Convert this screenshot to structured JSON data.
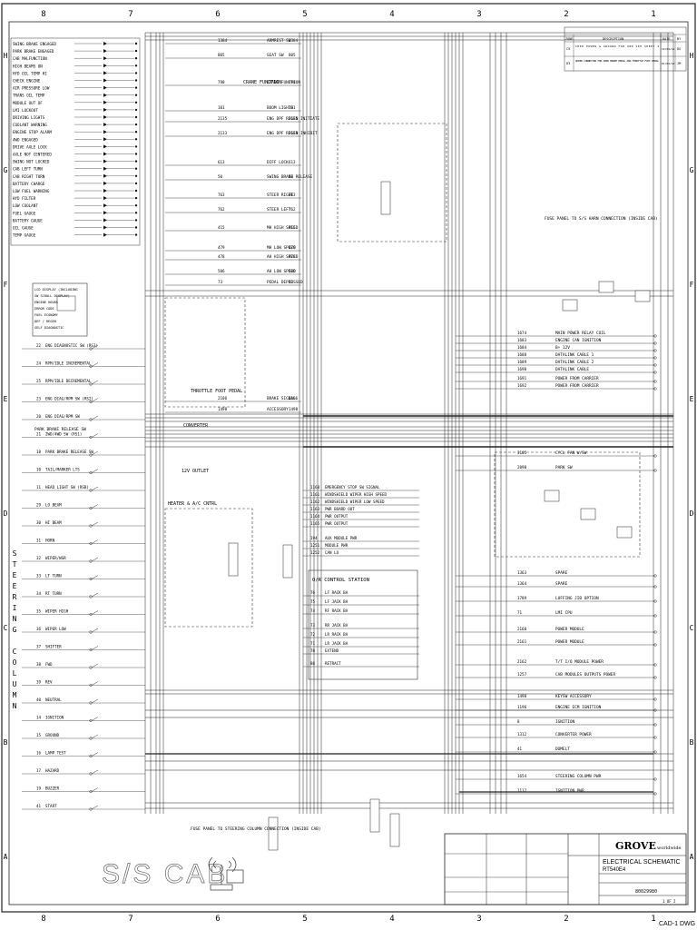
{
  "border": {
    "cols": [
      "8",
      "7",
      "6",
      "5",
      "4",
      "3",
      "2",
      "1"
    ],
    "rows": [
      "H",
      "G",
      "F",
      "E",
      "D",
      "C",
      "B",
      "A"
    ]
  },
  "title_block": {
    "brand": "GROVE",
    "brand_suffix": "worldwide",
    "title": "ELECTRICAL SCHEMATIC",
    "model": "RT540E4",
    "part_number": "80029980",
    "sheet": "1 OF 2",
    "footer": "CAD-1 DWG"
  },
  "cab_label": "S/S CAB",
  "steering_column_label": "STEERING COLUMN",
  "notes": {
    "fuse_panel_cab": "FUSE PANEL TO S/S HARN CONNECTION (INSIDE CAB)",
    "fuse_panel_steer": "FUSE PANEL TO STEERING COLUMN CONNECTION (INSIDE CAB)",
    "oper_override": "O/R CONTROL STATION",
    "heater": "HEATER & A/C CNTRL",
    "throttle": "THROTTLE FOOT PEDAL",
    "converter": "CONVERTER",
    "outlet": "12V OUTLET",
    "park_brake": "PARK BRAKE RELEASE SW",
    "crane_function": "CRANE FUNCTION"
  },
  "left_indicators": [
    "SWING BRAKE ENGAGED",
    "PARK BRAKE ENGAGED",
    "CAB MALFUNCTION",
    "HIGH BEAMS ON",
    "HYD OIL TEMP HI",
    "CHECK ENGINE",
    "AIR PRESSURE LOW",
    "TRANS OIL TEMP",
    "MODULE OUT OF",
    "LMI LOCKOUT",
    "DRIVING LIGHTS",
    "COOLANT WARNING",
    "ENGINE STOP ALARM",
    "4WD ENGAGED",
    "DRIVE AXLE LOCK",
    "AXLE NOT CENTERED",
    "SWING NOT LOCKED",
    "CAB LEFT TURN",
    "CAB RIGHT TURN",
    "BATTERY CHARGE",
    "LOW FUEL WARNING",
    "HYD FILTER",
    "LOW COOLANT",
    "FUEL GAUGE",
    "BATTERY GAUGE",
    "OIL GAUGE",
    "TEMP GAUGE"
  ],
  "lcd_box": [
    "LCD DISPLAY (INCLUDING",
    "SW SCROLL DISPLAY)",
    "ENGINE HOURS",
    "ERROR CODE",
    "FUEL ECONOMY",
    "DEF / REGEN",
    "SELF DIAGNOSTIC"
  ],
  "steering_column_rows": [
    {
      "num": "22",
      "label": "ENG DIAGNOSTIC SW (RS3)"
    },
    {
      "num": "24",
      "label": "RPM/IDLE INCREMENTAL"
    },
    {
      "num": "25",
      "label": "RPM/IDLE DECREMENTAL"
    },
    {
      "num": "23",
      "label": "ENG DIAG/RPM SW (RS2)"
    },
    {
      "num": "20",
      "label": "ENG DIAG/RPM SW"
    },
    {
      "num": "21",
      "label": "2WD/4WD SW (RS1)"
    },
    {
      "num": "18",
      "label": "PARK BRAKE RELEASE SW"
    },
    {
      "num": "10",
      "label": "TAIL/MARKER LTS"
    },
    {
      "num": "11",
      "label": "HEAD LIGHT SW (RSB)"
    },
    {
      "num": "29",
      "label": "LO BEAM"
    },
    {
      "num": "30",
      "label": "HI BEAM"
    },
    {
      "num": "31",
      "label": "HORN"
    },
    {
      "num": "32",
      "label": "WIPER/WSR"
    },
    {
      "num": "33",
      "label": "LT TURN"
    },
    {
      "num": "34",
      "label": "RT TURN"
    },
    {
      "num": "35",
      "label": "WIPER HIGH"
    },
    {
      "num": "36",
      "label": "WIPER LOW"
    },
    {
      "num": "37",
      "label": "SHIFTER"
    },
    {
      "num": "38",
      "label": "FWD"
    },
    {
      "num": "39",
      "label": "REV"
    },
    {
      "num": "40",
      "label": "NEUTRAL"
    },
    {
      "num": "14",
      "label": "IGNITION"
    },
    {
      "num": "15",
      "label": "GROUND"
    },
    {
      "num": "16",
      "label": "LAMP TEST"
    },
    {
      "num": "17",
      "label": "HAZARD"
    },
    {
      "num": "19",
      "label": "BUZZER"
    },
    {
      "num": "41",
      "label": "START"
    }
  ],
  "center_rows": [
    {
      "wire": "1384",
      "label": "ARMREST SW"
    },
    {
      "wire": "805",
      "label": "SEAT SW"
    },
    {
      "wire": "790",
      "label": "CRANE FUNCTION"
    },
    {
      "wire": "101",
      "label": "BOOM LIGHTS"
    },
    {
      "wire": "2135",
      "label": "ENG DPF REGEN INITIATE"
    },
    {
      "wire": "2133",
      "label": "ENG DPF REGEN INHIBIT"
    },
    {
      "wire": "613",
      "label": "DIFF LOCK"
    },
    {
      "wire": "50",
      "label": "SWING BRAKE RELEASE"
    },
    {
      "wire": "763",
      "label": "STEER RIGHT"
    },
    {
      "wire": "762",
      "label": "STEER LEFT"
    },
    {
      "wire": "415",
      "label": "MH HIGH SPEED"
    },
    {
      "wire": "479",
      "label": "MH LOW SPEED"
    },
    {
      "wire": "478",
      "label": "AH HIGH SPEED"
    },
    {
      "wire": "506",
      "label": "AH LOW SPEED"
    },
    {
      "wire": "73",
      "label": "PEDAL DEPRESSED"
    },
    {
      "wire": "2106",
      "label": "BRAKE SIGNAL"
    },
    {
      "wire": "1498",
      "label": "ACCESSORY"
    }
  ],
  "override_rows": [
    {
      "wire": "1160",
      "label": "EMERGENCY STOP SW SIGNAL"
    },
    {
      "wire": "1161",
      "label": "WINDSHIELD WIPER HIGH SPEED"
    },
    {
      "wire": "1162",
      "label": "WINDSHIELD WIPER LOW SPEED"
    },
    {
      "wire": "1163",
      "label": "PWR BOARD OUT"
    },
    {
      "wire": "1164",
      "label": "PWR OUTPUT"
    },
    {
      "wire": "1165",
      "label": "PWR OUTPUT"
    },
    {
      "wire": "194",
      "label": "AUX MODULE PWR"
    },
    {
      "wire": "1251",
      "label": "MODULE PWR"
    },
    {
      "wire": "1252",
      "label": "CAN LO"
    },
    {
      "wire": "76",
      "label": "LF RACK BA"
    },
    {
      "wire": "75",
      "label": "LF JACK BA"
    },
    {
      "wire": "74",
      "label": "RF RACK BA"
    },
    {
      "wire": "73",
      "label": "RR JACK BA"
    },
    {
      "wire": "72",
      "label": "LR RACK BA"
    },
    {
      "wire": "71",
      "label": "LR JACK BA"
    },
    {
      "wire": "70",
      "label": "EXTEND"
    },
    {
      "wire": "80",
      "label": "RETRACT"
    }
  ],
  "right_rows": [
    {
      "wire": "1674",
      "label": "MAIN POWER RELAY COIL"
    },
    {
      "wire": "1683",
      "label": "ENGINE CAN IGNITION"
    },
    {
      "wire": "1684",
      "label": "B+ 12V"
    },
    {
      "wire": "1688",
      "label": "DATALINK CABLE 1"
    },
    {
      "wire": "1689",
      "label": "DATALINK CABLE 2"
    },
    {
      "wire": "1690",
      "label": "DATALINK CABLE"
    },
    {
      "wire": "1691",
      "label": "POWER FROM CARRIER"
    },
    {
      "wire": "1692",
      "label": "POWER FROM CARRIER"
    },
    {
      "wire": "3105",
      "label": "CYCL FAN W/SW"
    },
    {
      "wire": "2090",
      "label": "PARK SW"
    },
    {
      "wire": "1363",
      "label": "SPARE"
    },
    {
      "wire": "1364",
      "label": "SPARE"
    },
    {
      "wire": "1789",
      "label": "LUFFING JIB OPTION"
    },
    {
      "wire": "71",
      "label": "LMI CPU"
    },
    {
      "wire": "2160",
      "label": "POWER MODULE"
    },
    {
      "wire": "2161",
      "label": "POWER MODULE"
    },
    {
      "wire": "2162",
      "label": "T/T I/O MODULE POWER"
    },
    {
      "wire": "1257",
      "label": "CAB MODULES OUTPUTS POWER"
    },
    {
      "wire": "1498",
      "label": "KEYSW ACCESSORY"
    },
    {
      "wire": "1196",
      "label": "ENGINE ECM IGNITION"
    },
    {
      "wire": "8",
      "label": "IGNITION"
    },
    {
      "wire": "1312",
      "label": "CONVERTER POWER"
    },
    {
      "wire": "41",
      "label": "DOMELT"
    },
    {
      "wire": "1654",
      "label": "STEERING COLUMN PWR"
    },
    {
      "wire": "1112",
      "label": "IGNITION PWR"
    }
  ],
  "revision_block": {
    "header": [
      "ZONE",
      "DESCRIPTION",
      "DATE",
      "BY"
    ],
    "rows": [
      [
        "C9",
        "CHKD POWER & GROUND FOR OWD SEE SHEET 4",
        "12/04/11",
        "DS"
      ],
      [
        "D3",
        "ADDED CONNECTOR FOR PARK BRAKE PEDAL AND THROTTLE FOOT PEDAL",
        "01/02/12",
        "JM"
      ]
    ]
  }
}
